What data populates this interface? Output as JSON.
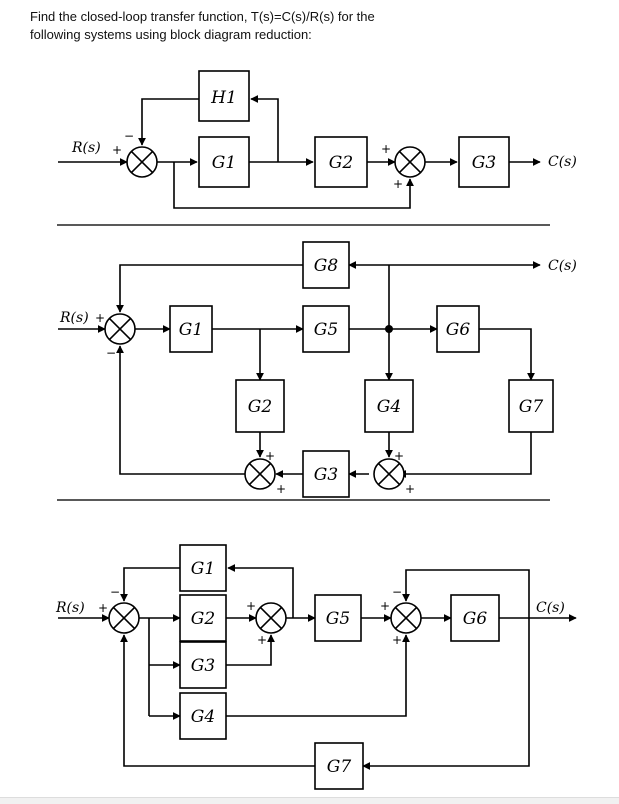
{
  "question": {
    "line1": "Find the closed-loop transfer function, T(s)=C(s)/R(s) for the",
    "line2": "following systems using block diagram reduction:"
  },
  "diagram1": {
    "input": "R(s)",
    "output": "C(s)",
    "blocks": {
      "H1": "H1",
      "G1": "G1",
      "G2": "G2",
      "G3": "G3"
    }
  },
  "diagram2": {
    "input": "R(s)",
    "output": "C(s)",
    "blocks": {
      "G1": "G1",
      "G2": "G2",
      "G3": "G3",
      "G4": "G4",
      "G5": "G5",
      "G6": "G6",
      "G7": "G7",
      "G8": "G8"
    }
  },
  "diagram3": {
    "input": "R(s)",
    "output": "C(s)",
    "blocks": {
      "G1": "G1",
      "G2": "G2",
      "G3": "G3",
      "G4": "G4",
      "G5": "G5",
      "G6": "G6",
      "G7": "G7"
    }
  },
  "signs": {
    "plus": "+",
    "minus": "−"
  }
}
